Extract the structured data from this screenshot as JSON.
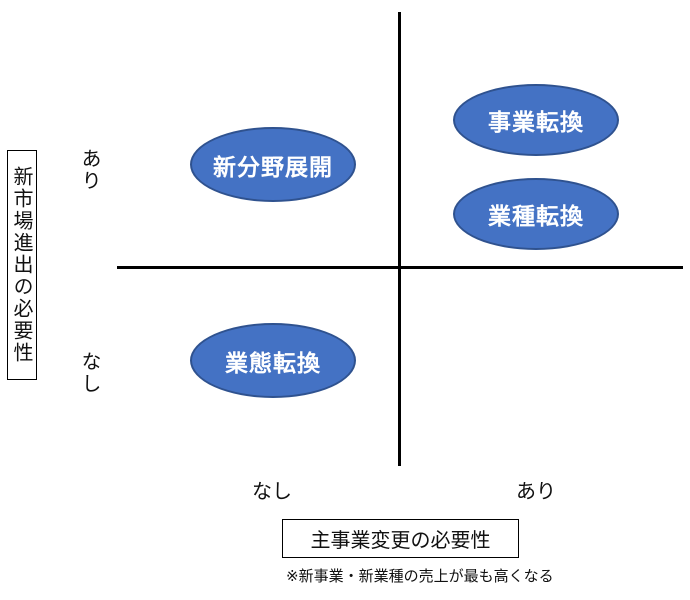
{
  "y_axis": {
    "title": "新市場進出の必要性",
    "high_label": "あり",
    "low_label": "なし"
  },
  "x_axis": {
    "title": "主事業変更の必要性",
    "low_label": "なし",
    "high_label": "あり"
  },
  "quadrants": {
    "top_left": [
      "新分野展開"
    ],
    "top_right": [
      "事業転換",
      "業種転換"
    ],
    "bottom_left": [
      "業態転換"
    ]
  },
  "note": "※新事業・新業種の売上が最も高くなる",
  "colors": {
    "ellipse_fill": "#4472c4",
    "ellipse_border": "#2f528f",
    "axis": "#000000"
  }
}
